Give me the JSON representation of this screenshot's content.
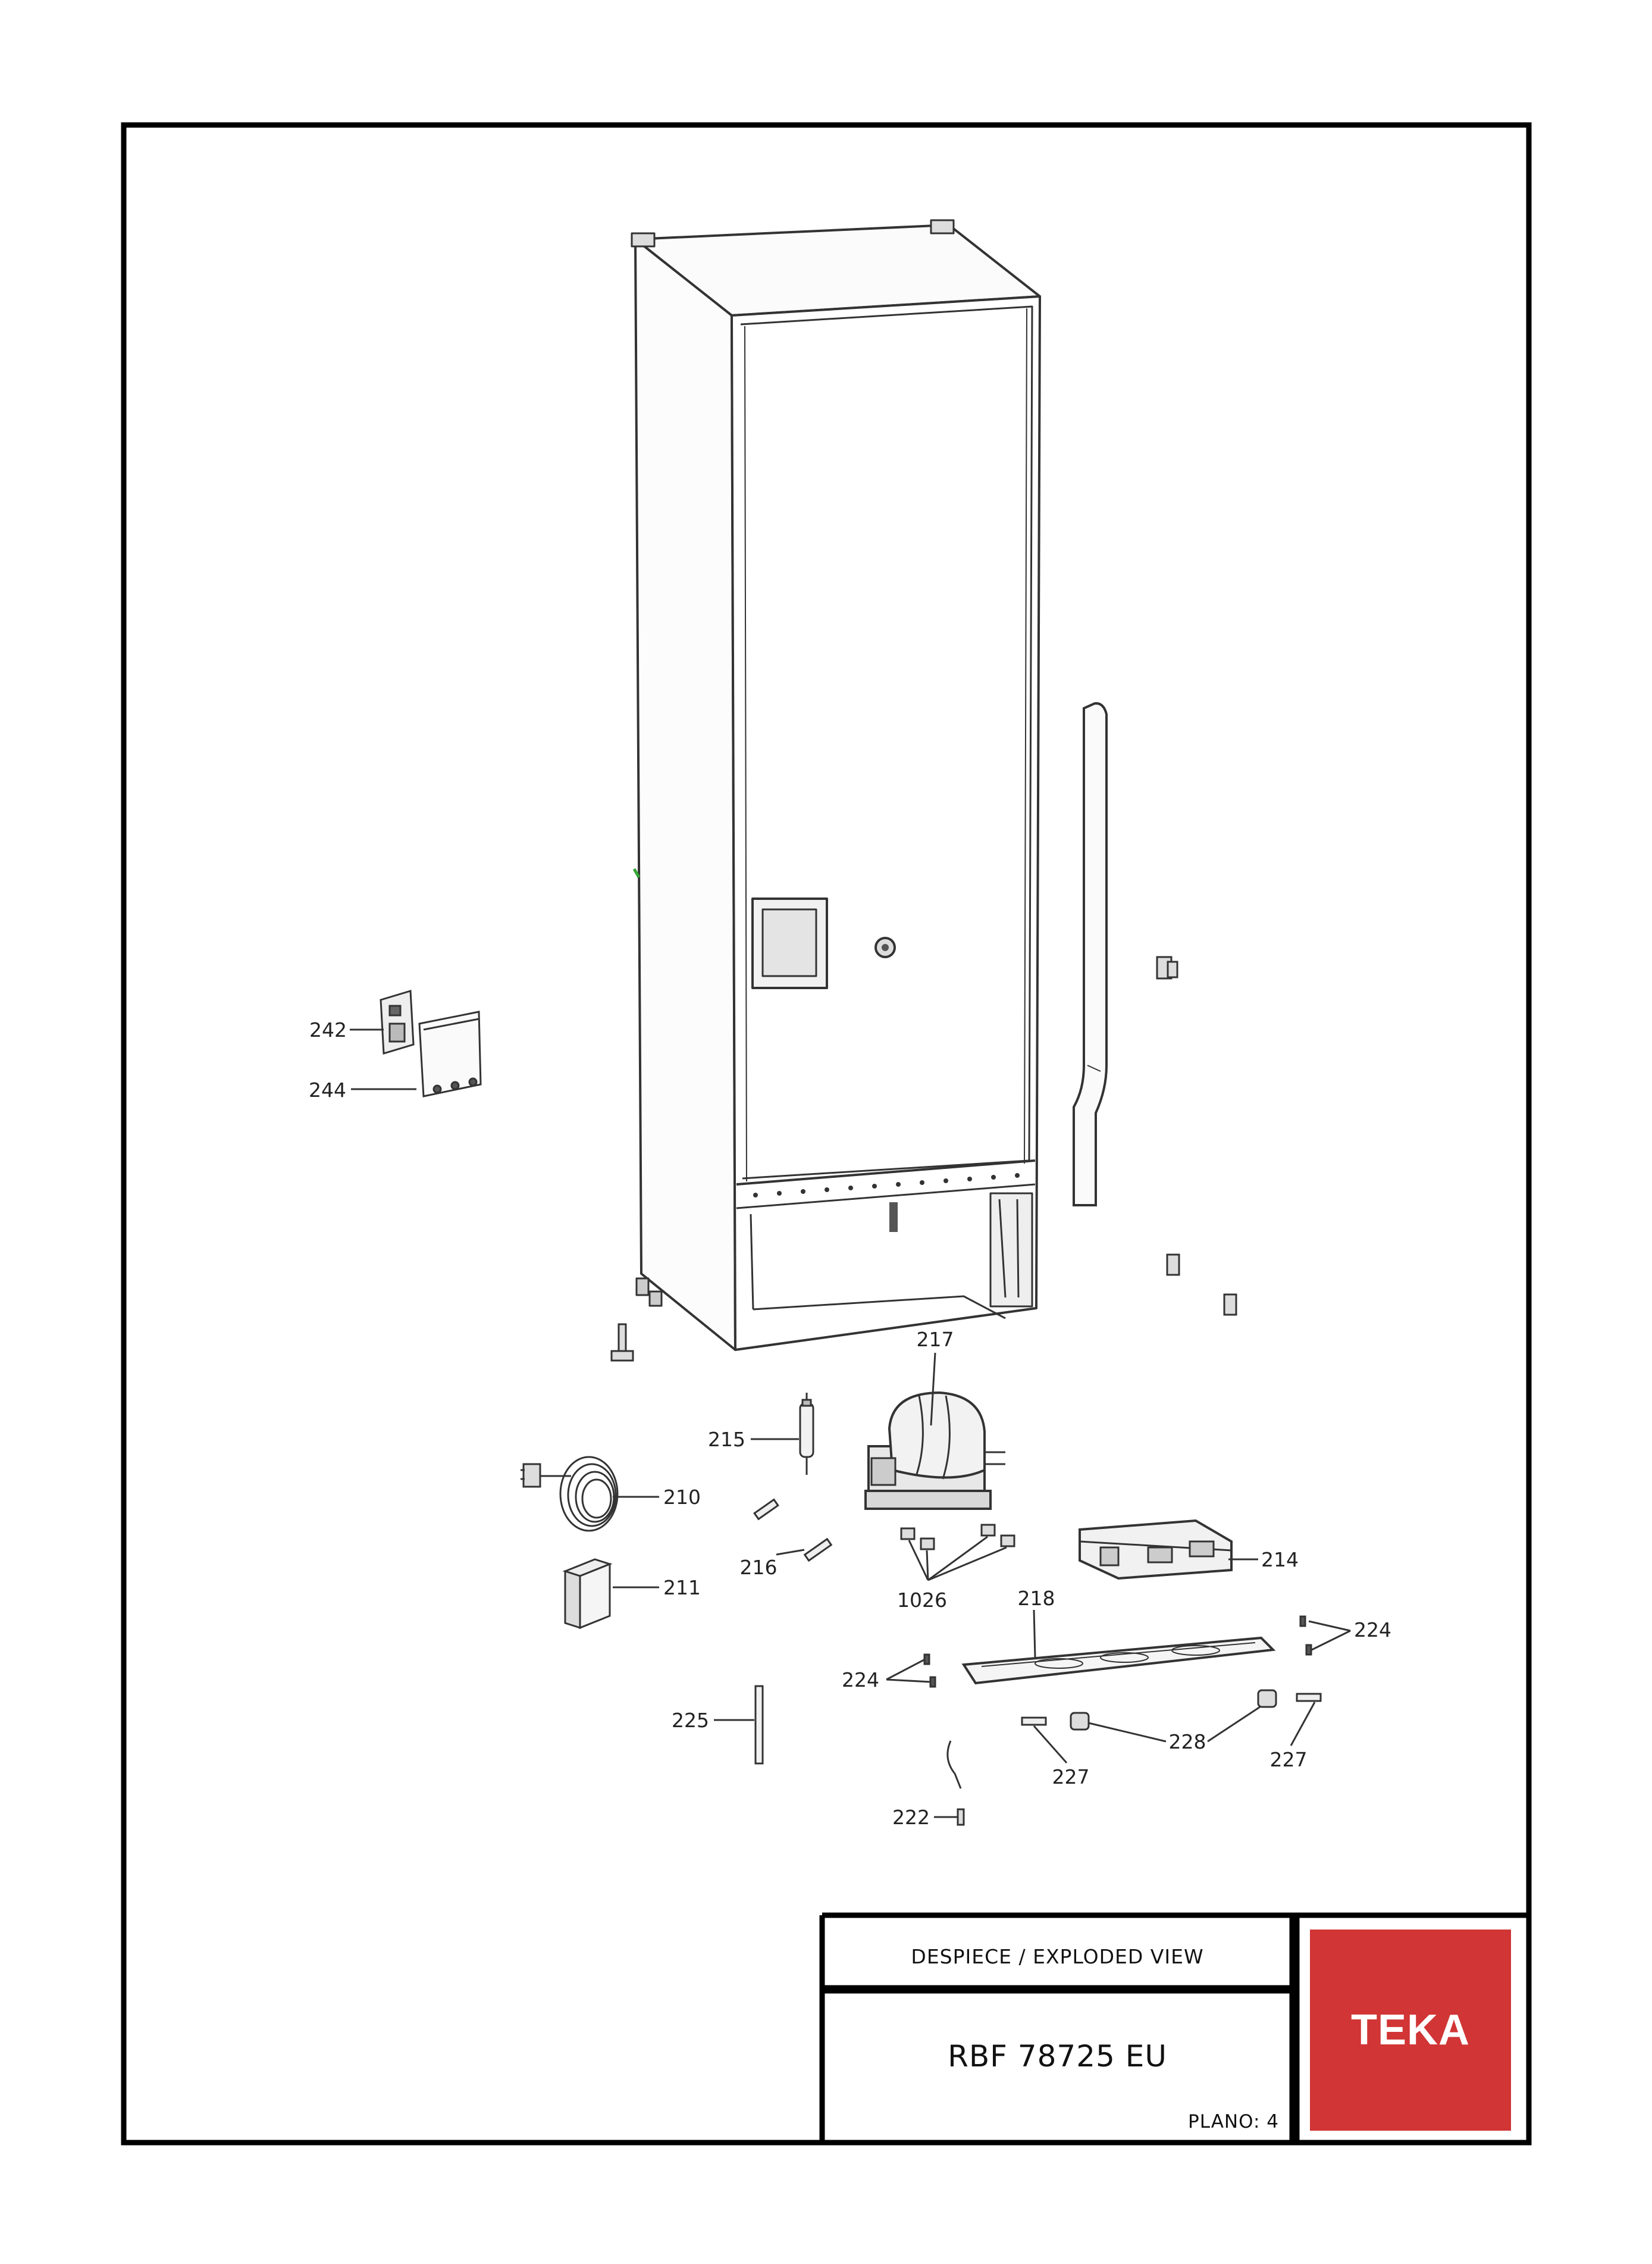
{
  "title_block": {
    "header": "DESPIECE / EXPLODED VIEW",
    "model": "RBF 78725 EU",
    "sheet": "PLANO: 4",
    "brand_logo": "TEKA",
    "brand_color": "#d13535"
  },
  "callouts": {
    "p242": "242",
    "p244": "244",
    "p217": "217",
    "p215": "215",
    "p210": "210",
    "p216": "216",
    "p211": "211",
    "p1026": "1026",
    "p218": "218",
    "p214": "214",
    "p224a": "224",
    "p224b": "224",
    "p225": "225",
    "p227a": "227",
    "p228": "228",
    "p227b": "227",
    "p222": "222"
  }
}
